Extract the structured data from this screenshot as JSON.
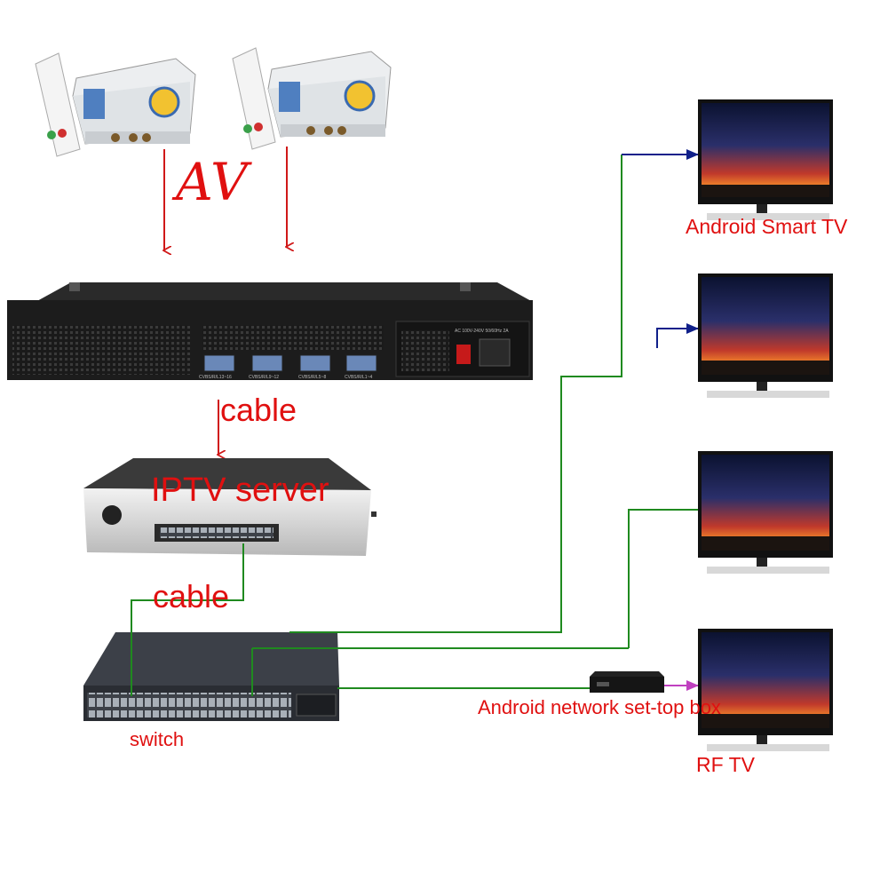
{
  "diagram": {
    "labels": {
      "av": "AV",
      "cable_top": "cable",
      "iptv_server": "IPTV server",
      "cable_bottom": "cable",
      "switch": "switch",
      "android_smart_tv": "Android Smart TV",
      "android_stb": "Android network set-top box",
      "rf_tv": "RF TV"
    },
    "encoder_ports": [
      "CVBS/R/L13~16",
      "CVBS/R/L9~12",
      "CVBS/R/L5~8",
      "CVBS/R/L1~4"
    ],
    "power_label": "AC 100V-240V 50/60Hz 2A",
    "colors": {
      "label_red": "#e01010",
      "arrow_red": "#d01818",
      "network_green": "#1f8a1f",
      "tv_link_blue": "#10208a",
      "stb_link_magenta": "#c040c0"
    }
  }
}
